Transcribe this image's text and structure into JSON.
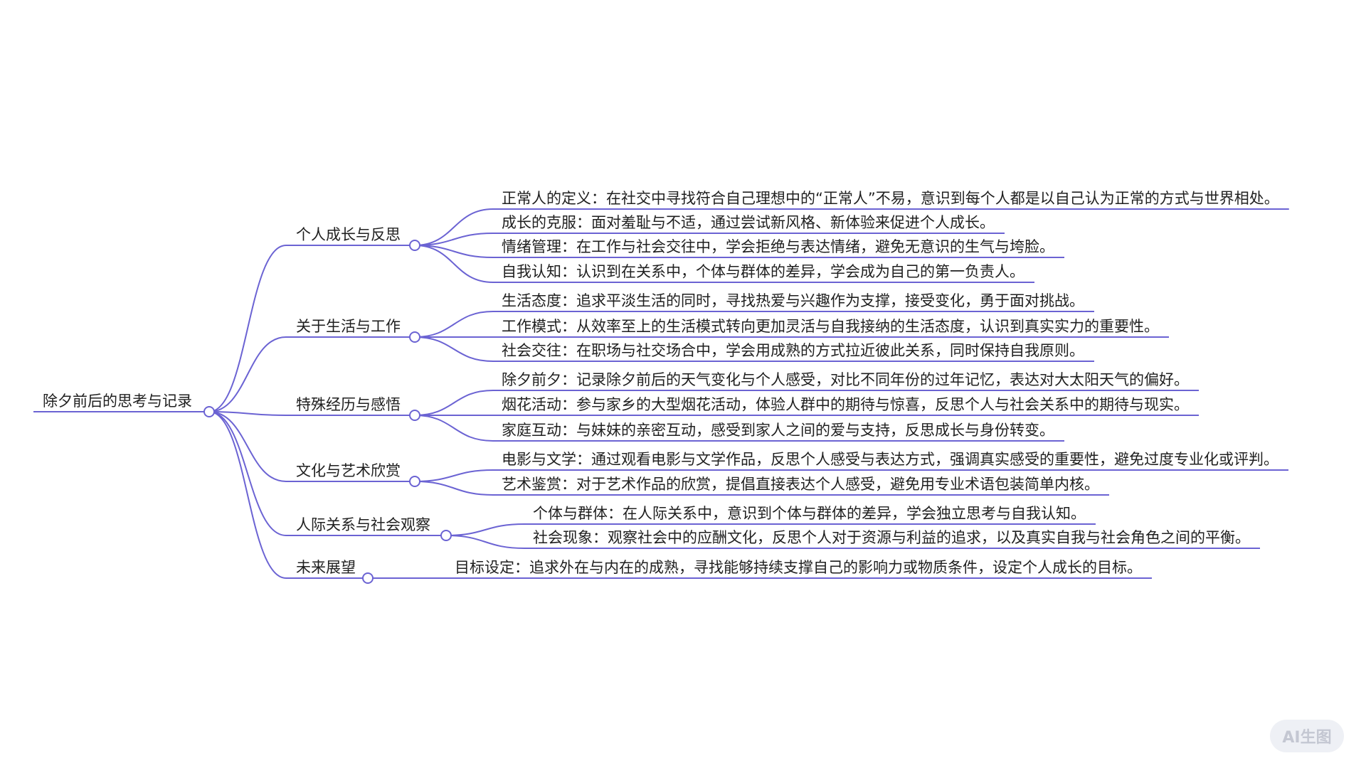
{
  "colors": {
    "line": "#6b63d3",
    "text": "#1f1f1f",
    "badge_bg": "#eef0f5",
    "badge_text": "#c4c7d2"
  },
  "root": {
    "label": "除夕前后的思考与记录"
  },
  "branches": [
    {
      "label": "个人成长与反思",
      "children": [
        "正常人的定义：在社交中寻找符合自己理想中的“正常人”不易，意识到每个人都是以自己认为正常的方式与世界相处。",
        "成长的克服：面对羞耻与不适，通过尝试新风格、新体验来促进个人成长。",
        "情绪管理：在工作与社会交往中，学会拒绝与表达情绪，避免无意识的生气与垮脸。",
        "自我认知：认识到在关系中，个体与群体的差异，学会成为自己的第一负责人。"
      ]
    },
    {
      "label": "关于生活与工作",
      "children": [
        "生活态度：追求平淡生活的同时，寻找热爱与兴趣作为支撑，接受变化，勇于面对挑战。",
        "工作模式：从效率至上的生活模式转向更加灵活与自我接纳的生活态度，认识到真实实力的重要性。",
        "社会交往：在职场与社交场合中，学会用成熟的方式拉近彼此关系，同时保持自我原则。"
      ]
    },
    {
      "label": "特殊经历与感悟",
      "children": [
        "除夕前夕：记录除夕前后的天气变化与个人感受，对比不同年份的过年记忆，表达对大太阳天气的偏好。",
        "烟花活动：参与家乡的大型烟花活动，体验人群中的期待与惊喜，反思个人与社会关系中的期待与现实。",
        "家庭互动：与妹妹的亲密互动，感受到家人之间的爱与支持，反思成长与身份转变。"
      ]
    },
    {
      "label": "文化与艺术欣赏",
      "children": [
        "电影与文学：通过观看电影与文学作品，反思个人感受与表达方式，强调真实感受的重要性，避免过度专业化或评判。",
        "艺术鉴赏：对于艺术作品的欣赏，提倡直接表达个人感受，避免用专业术语包装简单内核。"
      ]
    },
    {
      "label": "人际关系与社会观察",
      "children": [
        "个体与群体：在人际关系中，意识到个体与群体的差异，学会独立思考与自我认知。",
        "社会现象：观察社会中的应酬文化，反思个人对于资源与利益的追求，以及真实自我与社会角色之间的平衡。"
      ]
    },
    {
      "label": "未来展望",
      "children": [
        "目标设定：追求外在与内在的成熟，寻找能够持续支撑自己的影响力或物质条件，设定个人成长的目标。"
      ]
    }
  ],
  "badge": {
    "label": "AI生图"
  }
}
